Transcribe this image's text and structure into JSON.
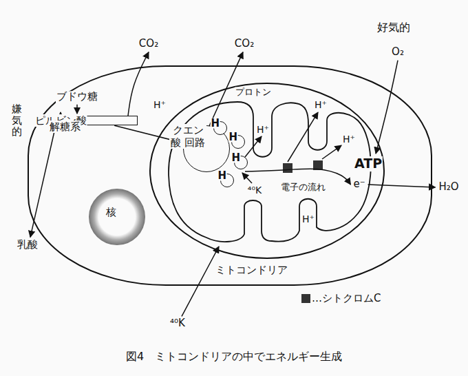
{
  "diagram": {
    "caption": "図4　ミトコンドリアの中でエネルギー生成",
    "nodes": [
      {
        "text": [
          "ミトコンドリア"
        ]
      },
      {
        "text": [
          "ブドウ糖",
          "ピルビン酸",
          "解糖系"
        ],
        "in": 0
      },
      {
        "text": [
          "クエン酸 回路"
        ],
        "in": 0
      },
      {
        "text": [
          "H"
        ],
        "in": 0
      },
      {
        "text": [
          "H"
        ],
        "in": 0
      },
      {
        "text": [
          "H"
        ],
        "in": 0
      },
      {
        "text": [
          "H"
        ],
        "in": 0
      },
      {
        "text": [
          "核"
        ],
        "in": 0
      }
    ],
    "edges": [
      {
        "from": 1,
        "to": 2,
        "arrow": "to"
      }
    ],
    "labels": [
      "CO₂",
      "CO₂",
      "好気的",
      "O₂",
      "ブドウ糖",
      "嫌気的",
      "乳酸",
      "H⁺",
      "プロトン",
      "H⁺",
      "H⁺",
      "H⁺",
      "電子の流れ",
      "ATP",
      "e⁻",
      "H₂O",
      "⁴⁰K",
      "H⁺",
      "⁴⁰K"
    ],
    "legend": [
      {
        "text": "…シトクロムC",
        "color": "#333333"
      }
    ]
  }
}
